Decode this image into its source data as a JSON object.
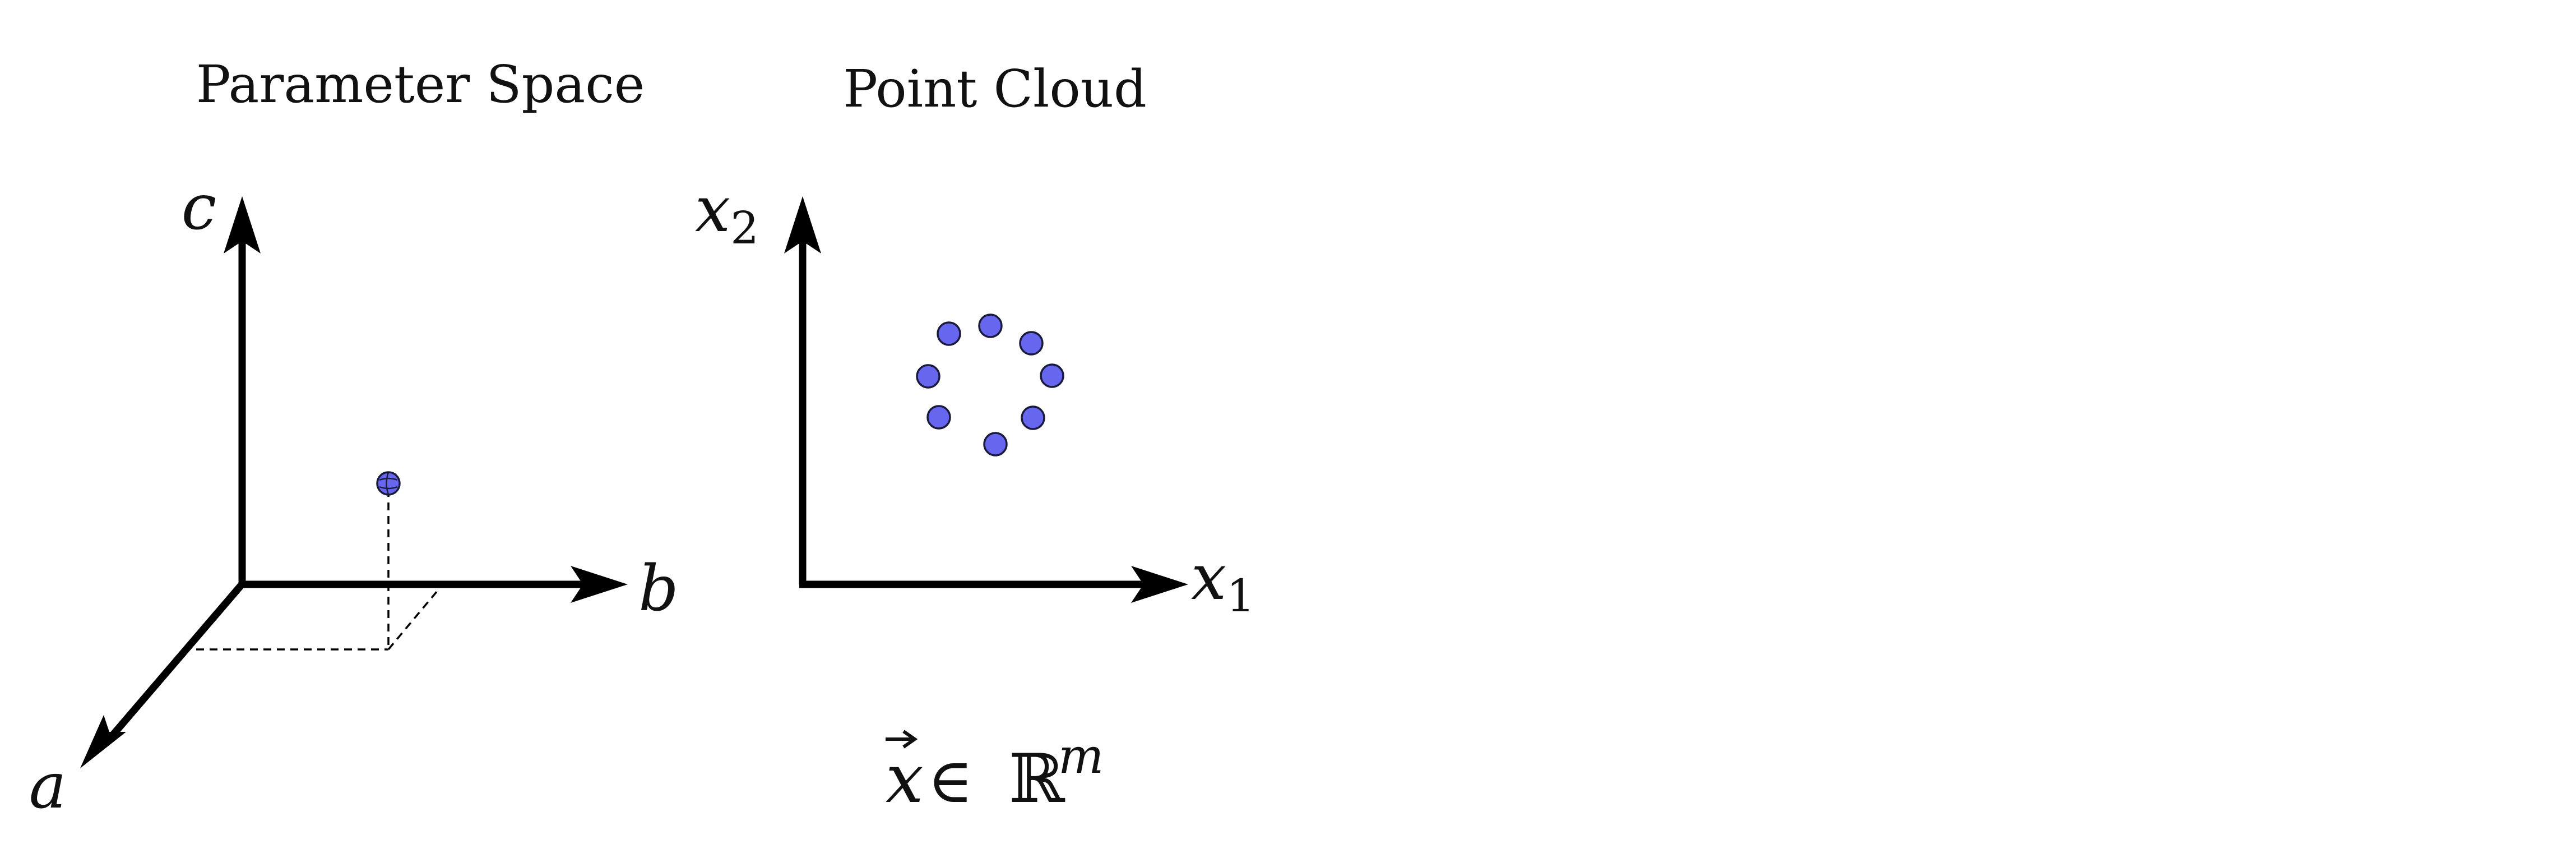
{
  "panels": {
    "parameter_space": {
      "title": "Parameter Space",
      "axis_labels": {
        "c": "c",
        "b": "b",
        "a": "a"
      }
    },
    "point_cloud": {
      "title": "Point Cloud",
      "axis_labels": {
        "x2_base": "x",
        "x2_sub": "2",
        "x1_base": "x",
        "x1_sub": "1"
      },
      "caption": {
        "vec": "x",
        "in": "∈",
        "set": "ℝ",
        "sup": "m"
      }
    }
  },
  "colors": {
    "point_fill": "#6666ee",
    "point_stroke": "#1a1a3a",
    "axis": "#000000"
  }
}
